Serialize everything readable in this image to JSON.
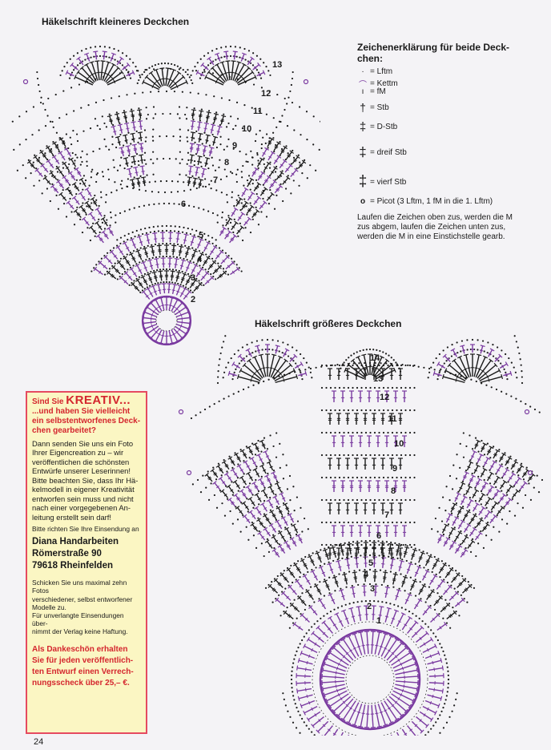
{
  "titles": {
    "small": "Häkelschrift kleineres Deckchen",
    "large": "Häkelschrift größeres Deckchen"
  },
  "legend": {
    "heading_1": "Zeichenerklärung für beide Deck-",
    "heading_2": "chen:",
    "items": [
      {
        "symbol": "·",
        "icon": "chain-stitch-symbol",
        "label": "Lftm"
      },
      {
        "symbol": "⌒",
        "icon": "slip-stitch-symbol",
        "label": "Kettm"
      },
      {
        "symbol": "ı",
        "icon": "single-crochet-symbol",
        "label": "fM"
      },
      {
        "symbol": "†",
        "icon": "double-crochet-symbol",
        "label": "Stb"
      },
      {
        "symbol": "‡",
        "icon": "treble-crochet-symbol",
        "label": "D-Stb"
      },
      {
        "symbol": "‡",
        "icon": "triple-treble-symbol",
        "label": "dreif Stb"
      },
      {
        "symbol": "‡",
        "icon": "quadruple-treble-symbol",
        "label": "vierf Stb"
      },
      {
        "symbol": "o",
        "icon": "picot-symbol",
        "label": "Picot (3 Lftm, 1 fM in die 1. Lftm)"
      }
    ],
    "note_1": "Laufen die Zeichen oben zus, werden die M",
    "note_2": "zus abgem, laufen die Zeichen unten zus,",
    "note_3": "werden die M in eine Einstichstelle gearb."
  },
  "small_rounds": [
    "2",
    "3",
    "4",
    "5",
    "6",
    "7",
    "8",
    "9",
    "10",
    "11",
    "12",
    "13"
  ],
  "large_rounds": [
    "1",
    "2",
    "3",
    "4",
    "5",
    "6",
    "7",
    "8",
    "9",
    "10",
    "11",
    "12",
    "13",
    "14"
  ],
  "promo": {
    "prefix": "Sind Sie ",
    "kreativ": "KREATIV...",
    "sub_1": "...und haben Sie vielleicht",
    "sub_2": "ein selbstentworfenes Deck-",
    "sub_3": "chen gearbeitet?",
    "body_1": "Dann senden Sie uns ein Foto",
    "body_2": "Ihrer Eigencreation zu – wir",
    "body_3": "veröffentlichen die schönsten",
    "body_4": "Entwürfe unserer Leserinnen!",
    "body_5": "Bitte beachten Sie, dass Ihr Hä-",
    "body_6": "kelmodell in eigener Kreativität",
    "body_7": "entworfen sein muss und nicht",
    "body_8": "nach einer vorgegebenen An-",
    "body_9": "leitung erstellt sein darf!",
    "send_to": "Bitte richten Sie Ihre Einsendung an",
    "addr_1": "Diana Handarbeiten",
    "addr_2": "Römerstraße 90",
    "addr_3": "79618 Rheinfelden",
    "small_1": "Schicken Sie uns maximal zehn Fotos",
    "small_2": "verschiedener, selbst entworfener",
    "small_3": "Modelle zu.",
    "small_4": "Für unverlangte Einsendungen über-",
    "small_5": "nimmt der Verlag keine Haftung.",
    "thanks_1": "Als Dankeschön erhalten",
    "thanks_2": "Sie für jeden veröffentlich-",
    "thanks_3": "ten Entwurf einen Verrech-",
    "thanks_4": "nungsscheck über 25,– €."
  },
  "page_number": "24",
  "colors": {
    "purple": "#7a3aa0",
    "black": "#1a1a1a",
    "box_bg": "#fbf6c3",
    "box_border": "#e54a60",
    "red": "#d4262e"
  }
}
